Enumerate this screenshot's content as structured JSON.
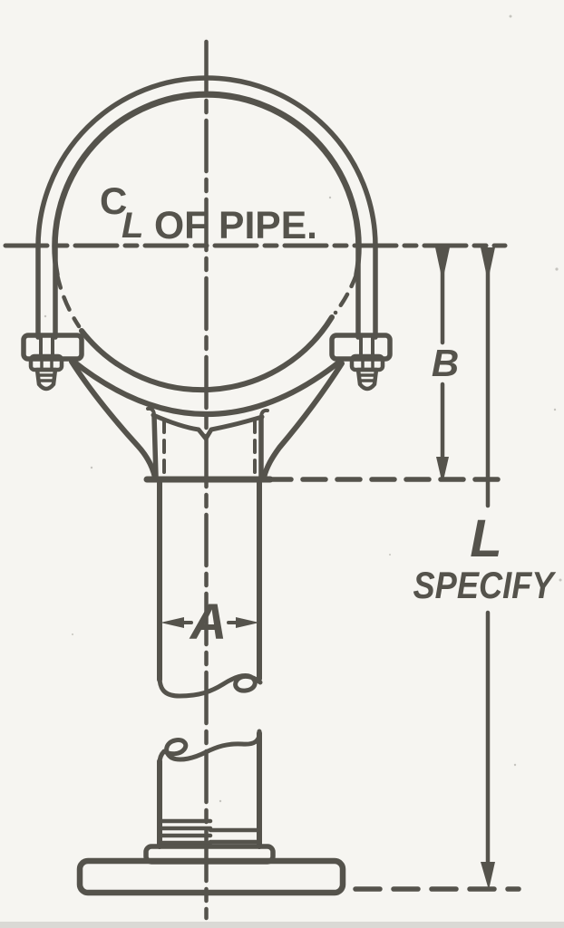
{
  "diagram": {
    "type": "technical-drawing",
    "subject": "pipe stanchion support with yoke pipe clamp, elevation view with dimensions",
    "ink_color": "#55534c",
    "paper_color": "#f6f5f1",
    "labels": {
      "centerline_c": "C",
      "centerline_l": "L",
      "centerline_text": "OF PIPE.",
      "dim_b": "B",
      "dim_l": "L",
      "dim_l_note": "SPECIFY",
      "dim_a": "A"
    }
  }
}
